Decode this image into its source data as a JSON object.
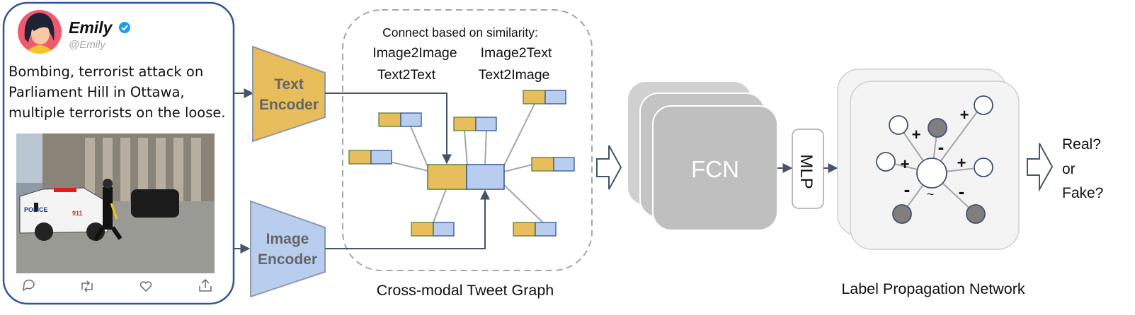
{
  "tweet": {
    "display_name": "Emily",
    "handle": "@Emily",
    "text_lines": [
      "Bombing, terrorist attack on",
      "Parliament Hill in Ottawa,",
      "multiple terrorists on the loose."
    ],
    "photo_labels": {
      "car": "POLICE",
      "door": "911"
    }
  },
  "encoders": {
    "text_lines": [
      "Text",
      "Encoder"
    ],
    "image_lines": [
      "Image",
      "Encoder"
    ]
  },
  "graph": {
    "heading": "Connect based on similarity:",
    "rules_row1": [
      "Image2Image",
      "Image2Text"
    ],
    "rules_row2": [
      "Text2Text",
      "Text2Image"
    ],
    "caption": "Cross-modal Tweet Graph"
  },
  "fcn": {
    "label": "FCN"
  },
  "mlp": {
    "label": "MLP"
  },
  "label_propagation": {
    "caption": "Label Propagation Network",
    "signs": [
      "+",
      "-",
      "+",
      "+",
      "+",
      "-",
      "-"
    ],
    "center_symbol": "~"
  },
  "output_lines": [
    "Real?",
    "or",
    "Fake?"
  ],
  "colors": {
    "text_feature": "#e8bd5c",
    "image_feature": "#b9cdee",
    "node_dark": "#7f7f7f",
    "fcn_gray": "#bfbfbf",
    "arrow": "#44546a",
    "frame_border": "#2f5597"
  },
  "icons": [
    "verified-badge-icon",
    "reply-icon",
    "retweet-icon",
    "like-icon",
    "share-icon",
    "hollow-arrow-icon"
  ]
}
